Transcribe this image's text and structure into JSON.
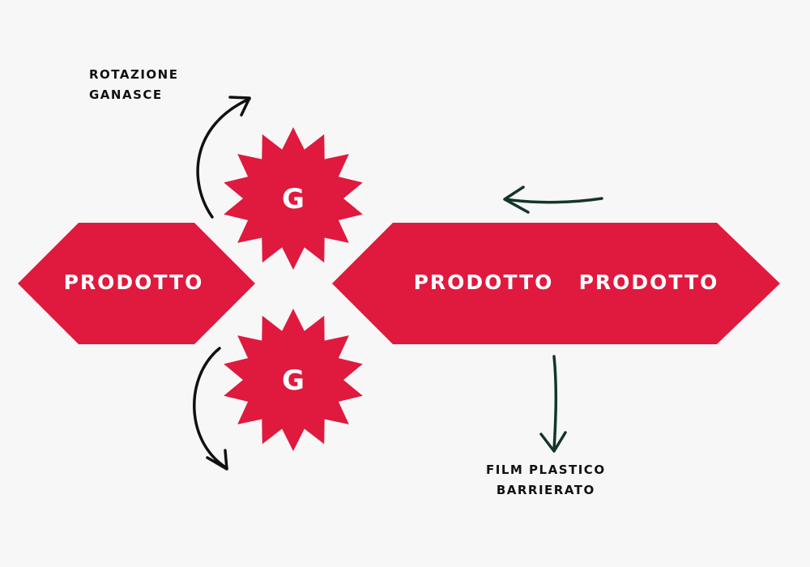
{
  "colors": {
    "background": "#f7f7f7",
    "shape_fill": "#e0193e",
    "text_on_shape": "#ffffff",
    "arrow_black": "#111111",
    "arrow_green": "#14352a"
  },
  "left_shape": {
    "label": "PRODOTTO"
  },
  "right_shape": {
    "labels": [
      "PRODOTTO",
      "PRODOTTO"
    ]
  },
  "gears": [
    {
      "label": "G",
      "icon": "gear-top"
    },
    {
      "label": "G",
      "icon": "gear-bottom"
    }
  ],
  "annotations": {
    "rotation": [
      "ROTAZIONE",
      "GANASCE"
    ],
    "film": [
      "FILM PLASTICO",
      "BARRIERATO"
    ]
  },
  "arrows": [
    "rotation-arrow-top",
    "rotation-arrow-bottom",
    "film-feed-arrow",
    "film-out-arrow"
  ]
}
